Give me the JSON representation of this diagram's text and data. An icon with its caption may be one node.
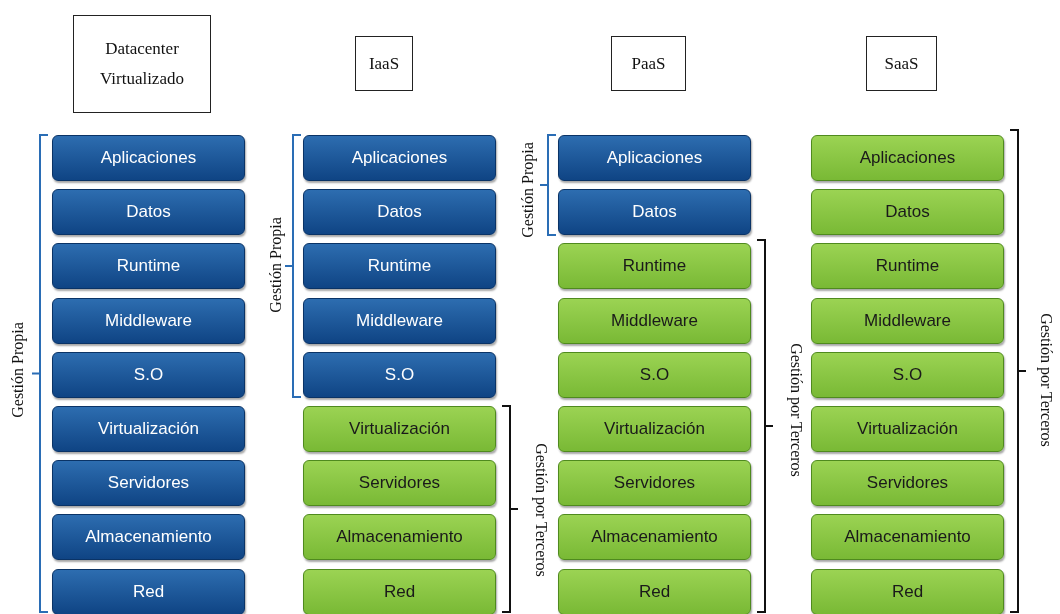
{
  "diagram": {
    "nodes": [
      {
        "text": [
          "Datacenter Virtualizado"
        ]
      },
      {
        "text": [
          "IaaS"
        ]
      },
      {
        "text": [
          "PaaS"
        ]
      },
      {
        "text": [
          "SaaS"
        ]
      },
      {
        "text": [
          "Aplicaciones"
        ]
      },
      {
        "text": [
          "Datos"
        ]
      },
      {
        "text": [
          "Runtime"
        ]
      },
      {
        "text": [
          "Middleware"
        ]
      },
      {
        "text": [
          "S.O"
        ]
      },
      {
        "text": [
          "Virtualización"
        ]
      },
      {
        "text": [
          "Servidores"
        ]
      },
      {
        "text": [
          "Almacenamiento"
        ]
      },
      {
        "text": [
          "Red"
        ]
      },
      {
        "text": [
          "Aplicaciones"
        ]
      },
      {
        "text": [
          "Datos"
        ]
      },
      {
        "text": [
          "Runtime"
        ]
      },
      {
        "text": [
          "Middleware"
        ]
      },
      {
        "text": [
          "S.O"
        ]
      },
      {
        "text": [
          "Virtualización"
        ]
      },
      {
        "text": [
          "Servidores"
        ]
      },
      {
        "text": [
          "Almacenamiento"
        ]
      },
      {
        "text": [
          "Red"
        ]
      },
      {
        "text": [
          "Aplicaciones"
        ]
      },
      {
        "text": [
          "Datos"
        ]
      },
      {
        "text": [
          "Runtime"
        ]
      },
      {
        "text": [
          "Middleware"
        ]
      },
      {
        "text": [
          "S.O"
        ]
      },
      {
        "text": [
          "Virtualización"
        ]
      },
      {
        "text": [
          "Servidores"
        ]
      },
      {
        "text": [
          "Almacenamiento"
        ]
      },
      {
        "text": [
          "Red"
        ]
      },
      {
        "text": [
          "Aplicaciones"
        ]
      },
      {
        "text": [
          "Datos"
        ]
      },
      {
        "text": [
          "Runtime"
        ]
      },
      {
        "text": [
          "Middleware"
        ]
      },
      {
        "text": [
          "S.O"
        ]
      },
      {
        "text": [
          "Virtualización"
        ]
      },
      {
        "text": [
          "Servidores"
        ]
      },
      {
        "text": [
          "Almacenamiento"
        ]
      },
      {
        "text": [
          "Red"
        ]
      }
    ],
    "labels": [
      "Gestión Propia",
      "Gestión Propia",
      "Gestión por Terceros",
      "Gestión Propia",
      "Gestión por Terceros",
      "Gestión por Terceros"
    ]
  }
}
